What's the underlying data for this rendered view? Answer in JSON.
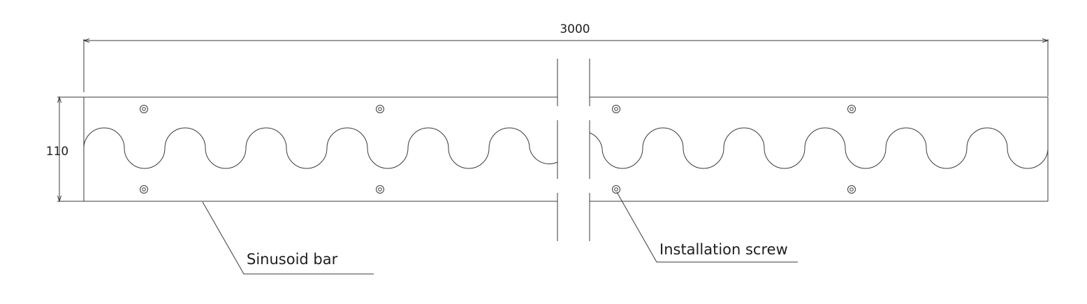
{
  "dimensions": {
    "length": "3000",
    "height": "110"
  },
  "callouts": {
    "bar": "Sinusoid bar",
    "screw": "Installation screw"
  },
  "colors": {
    "stroke": "#3a3a3a",
    "text": "#1e1e1e",
    "background": "#ffffff"
  }
}
